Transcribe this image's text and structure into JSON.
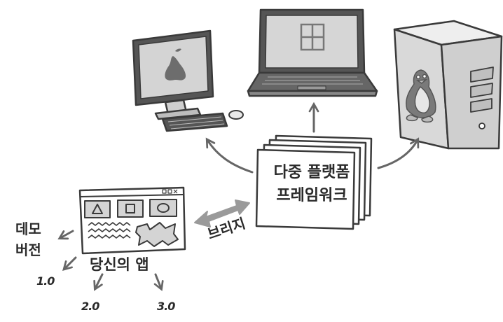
{
  "framework": {
    "line1": "다중 플랫폼",
    "line2": "프레임워크"
  },
  "bridge": {
    "label": "브리지"
  },
  "app": {
    "label": "당신의 앱"
  },
  "demo": {
    "line1": "데모",
    "line2": "버전"
  },
  "versions": [
    "1.0",
    "2.0",
    "3.0"
  ],
  "icons": {
    "desktop_os": "apple-logo-icon",
    "laptop_os": "windows-logo-icon",
    "tower_os": "linux-penguin-icon"
  },
  "colors": {
    "outline": "#3a3a3a",
    "screen": "#d4d4d4",
    "device_body": "#dcdcdc",
    "keyboard": "#555555",
    "arrow": "#666666",
    "bridge_arrow": "#9a9a9a"
  }
}
